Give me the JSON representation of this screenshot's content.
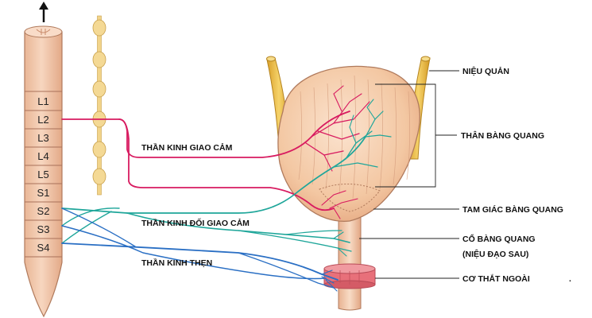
{
  "spinal_segments": [
    "L1",
    "L2",
    "L3",
    "L4",
    "L5",
    "S1",
    "S2",
    "S3",
    "S4"
  ],
  "labels": {
    "sympathetic_nerve": "THẦN KINH GIAO CẢM",
    "parasympathetic_nerve": "THẦN KINH ĐỐI GIAO CẢM",
    "pudendal_nerve": "THẦN KINH THẸN",
    "ureter": "NIỆU QUẢN",
    "bladder_body": "THÂN BÀNG QUANG",
    "trigone": "TAM GIÁC BÀNG QUANG",
    "bladder_neck_line1": "CỔ BÀNG QUANG",
    "bladder_neck_line2": "(NIỆU ĐẠO SAU)",
    "external_sphincter": "CƠ THẮT NGOÀI"
  },
  "colors": {
    "sympathetic": "#d81b60",
    "parasympathetic": "#1fa69a",
    "pudendal": "#2a6fc4",
    "ureter": "#e8b83a",
    "bladder": "#f3c7a2",
    "cord": "#f2c6a8",
    "sphincter": "#e8707a"
  }
}
